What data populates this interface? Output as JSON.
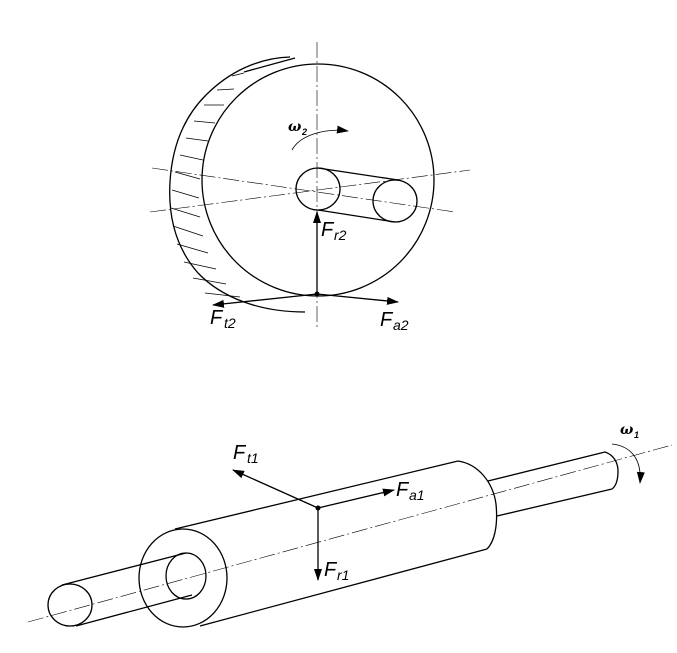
{
  "gear": {
    "omega": {
      "symbol": "ω",
      "sub": "2"
    },
    "forces": {
      "radial": {
        "symbol": "F",
        "sub": "r2"
      },
      "tangential": {
        "symbol": "F",
        "sub": "t2"
      },
      "axial": {
        "symbol": "F",
        "sub": "a2"
      }
    }
  },
  "shaft": {
    "omega": {
      "symbol": "ω",
      "sub": "1"
    },
    "forces": {
      "tangential": {
        "symbol": "F",
        "sub": "t1"
      },
      "axial": {
        "symbol": "F",
        "sub": "a1"
      },
      "radial": {
        "symbol": "F",
        "sub": "r1"
      }
    }
  }
}
